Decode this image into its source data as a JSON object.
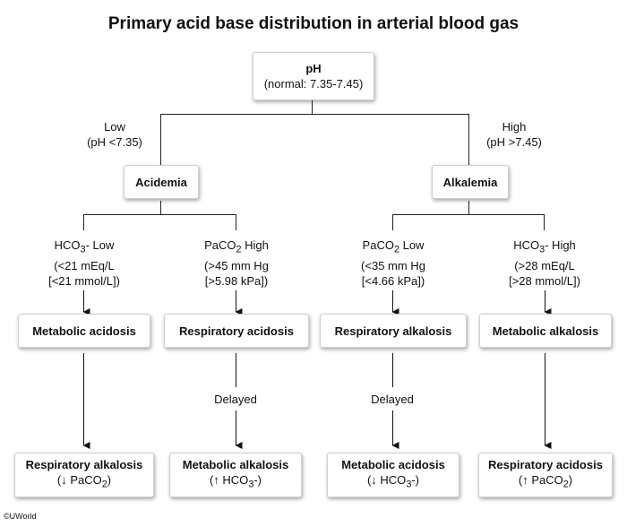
{
  "title": "Primary acid base distribution in arterial blood gas",
  "root": {
    "label": "pH",
    "sub": "(normal: 7.35-7.45)"
  },
  "low": {
    "line1": "Low",
    "line2": "(pH <7.35)"
  },
  "high": {
    "line1": "High",
    "line2": "(pH >7.45)"
  },
  "acidemia": "Acidemia",
  "alkalemia": "Alkalemia",
  "cond1": {
    "sub": "3",
    "l1_suffix": "- Low",
    "l2": "(<21 mEq/L",
    "l3": "[<21 mmol/L])"
  },
  "cond2": {
    "pre": "PaCO",
    "sub": "2",
    "l1_suffix": " High",
    "l2": "(>45 mm Hg",
    "l3": "[>5.98 kPa])"
  },
  "cond3": {
    "pre": "PaCO",
    "sub": "2",
    "l1_suffix": " Low",
    "l2": "(<35 mm Hg",
    "l3": "[<4.66 kPa])"
  },
  "cond4": {
    "sub": "3",
    "l1_suffix": "- High",
    "l2": "(>28 mEq/L",
    "l3": "[>28 mmol/L])"
  },
  "hco_pre": "HCO",
  "disorders": [
    "Metabolic acidosis",
    "Respiratory acidosis",
    "Respiratory alkalosis",
    "Metabolic alkalosis"
  ],
  "delayed": "Delayed",
  "comp1": {
    "label": "Respiratory alkalosis",
    "sub_pre": "(↓ PaCO",
    "sub_sub": "2",
    "sub_post": ")"
  },
  "comp2": {
    "label": "Metabolic alkalosis",
    "sub_pre": "(↑ HCO",
    "sub_sub": "3",
    "sub_post": "-)"
  },
  "comp3": {
    "label": "Metabolic acidosis",
    "sub_pre": "(↓ HCO",
    "sub_sub": "3",
    "sub_post": "-)"
  },
  "comp4": {
    "label": "Respiratory acidosis",
    "sub_pre": "(↑ PaCO",
    "sub_sub": "2",
    "sub_post": ")"
  },
  "copyright": "©UWorld"
}
